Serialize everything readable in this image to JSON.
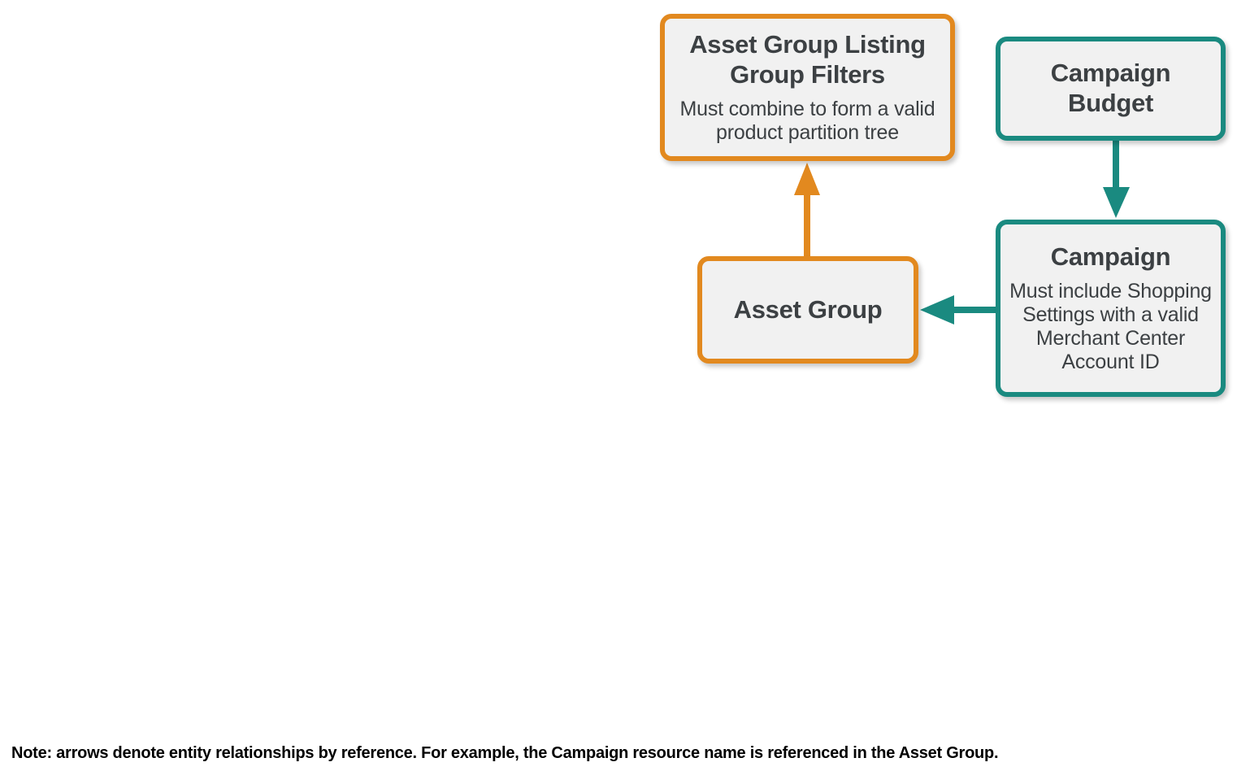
{
  "diagram": {
    "type": "entity-relationship",
    "colors": {
      "orange": "#e2891f",
      "teal": "#1a8a80",
      "node_fill": "#f1f1f1",
      "text": "#3c4043",
      "background": "#ffffff",
      "note_text": "#000000"
    },
    "nodes": [
      {
        "id": "asset-group-listing-group-filters",
        "title": "Asset Group Listing Group Filters",
        "description": "Must combine to form a valid product partition tree",
        "accent": "orange"
      },
      {
        "id": "campaign-budget",
        "title": "Campaign Budget",
        "description": "",
        "accent": "teal"
      },
      {
        "id": "asset-group",
        "title": "Asset Group",
        "description": "",
        "accent": "orange"
      },
      {
        "id": "campaign",
        "title": "Campaign",
        "description": "Must include Shopping Settings with a valid Merchant Center Account ID",
        "accent": "teal"
      }
    ],
    "edges": [
      {
        "id": "asset-group-to-listing-filters",
        "from": "asset-group",
        "to": "asset-group-listing-group-filters",
        "direction": "up",
        "color": "orange"
      },
      {
        "id": "campaign-budget-to-campaign",
        "from": "campaign-budget",
        "to": "campaign",
        "direction": "down",
        "color": "teal"
      },
      {
        "id": "campaign-to-asset-group",
        "from": "campaign",
        "to": "asset-group",
        "direction": "left",
        "color": "teal"
      }
    ]
  },
  "footer": {
    "note": "Note: arrows denote entity relationships by reference. For example, the Campaign resource name is referenced in the Asset Group."
  }
}
